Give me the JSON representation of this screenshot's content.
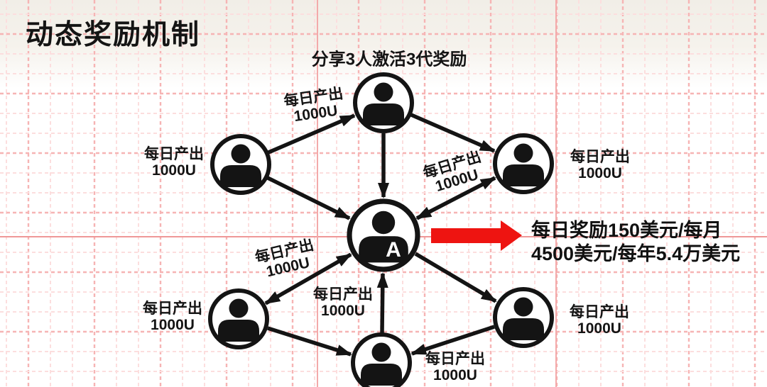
{
  "title": "动态奖励机制",
  "annotation": "分享3人激活3代奖励",
  "labels": {
    "daily_output": "每日产出\n1000U"
  },
  "center_node": {
    "letter": "A"
  },
  "reward_text": {
    "line1": "每日奖励150美元/每月",
    "line2": "4500美元/每年5.4万美元"
  },
  "colors": {
    "ink": "#141414",
    "arrow_red": "#ee1411",
    "grid_minor": "#fcdede",
    "grid_major": "#f6b4b4",
    "grid_accent": "#ef9797"
  }
}
